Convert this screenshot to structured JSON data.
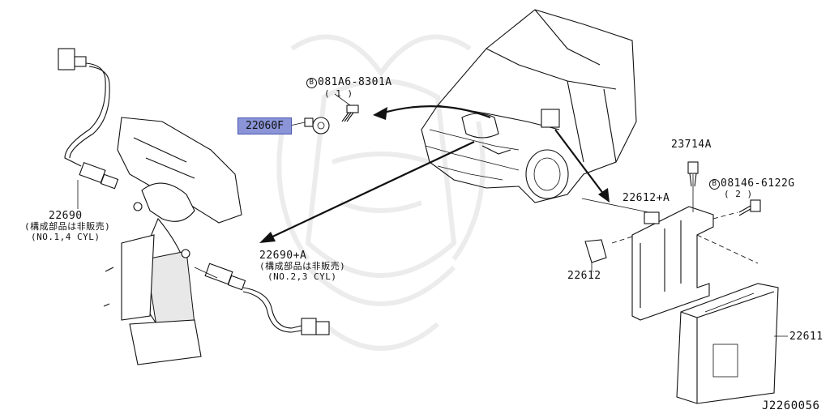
{
  "diagram_id": "J2260056",
  "parts": {
    "knock_sensor": "22060F",
    "bolt": "081A6-8301A",
    "bolt_qty": "( 1 )",
    "bolt_marker": "B",
    "o2_front": "22690",
    "o2_front_note1": "(構成部品は非販売)",
    "o2_front_note2": "(NO.1,4 CYL)",
    "o2_rear": "22690+A",
    "o2_rear_note1": "(構成部品は非販売)",
    "o2_rear_note2": "(NO.2,3 CYL)",
    "ecm_bolt": "23714A",
    "ecm_screw": "08146-6122G",
    "ecm_screw_qty": "( 2 )",
    "ecm_screw_marker": "B",
    "bracket": "22612+A",
    "clip": "22612",
    "ecm": "22611"
  }
}
